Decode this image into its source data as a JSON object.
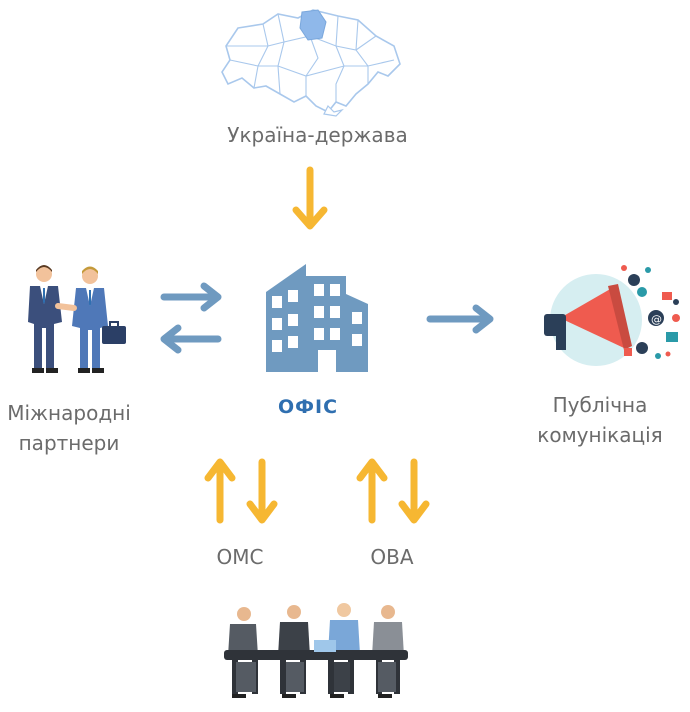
{
  "nodes": {
    "state": "Україна-держава",
    "office": "ОФІС",
    "partners_line1": "Міжнародні",
    "partners_line2": "партнери",
    "public_line1": "Публічна",
    "public_line2": "комунікація",
    "oms": "ОМС",
    "ova": "ОВА"
  },
  "colors": {
    "arrow_orange": "#f6b732",
    "arrow_blue": "#6f9ac0",
    "building": "#6f9ac0",
    "office_text": "#2f6fb0",
    "map_outline": "#a9c8ec",
    "map_highlight": "#8fb8ea"
  },
  "icons": [
    "ukraine-map-icon",
    "handshake-icon",
    "office-building-icon",
    "megaphone-icon",
    "meeting-table-icon"
  ]
}
